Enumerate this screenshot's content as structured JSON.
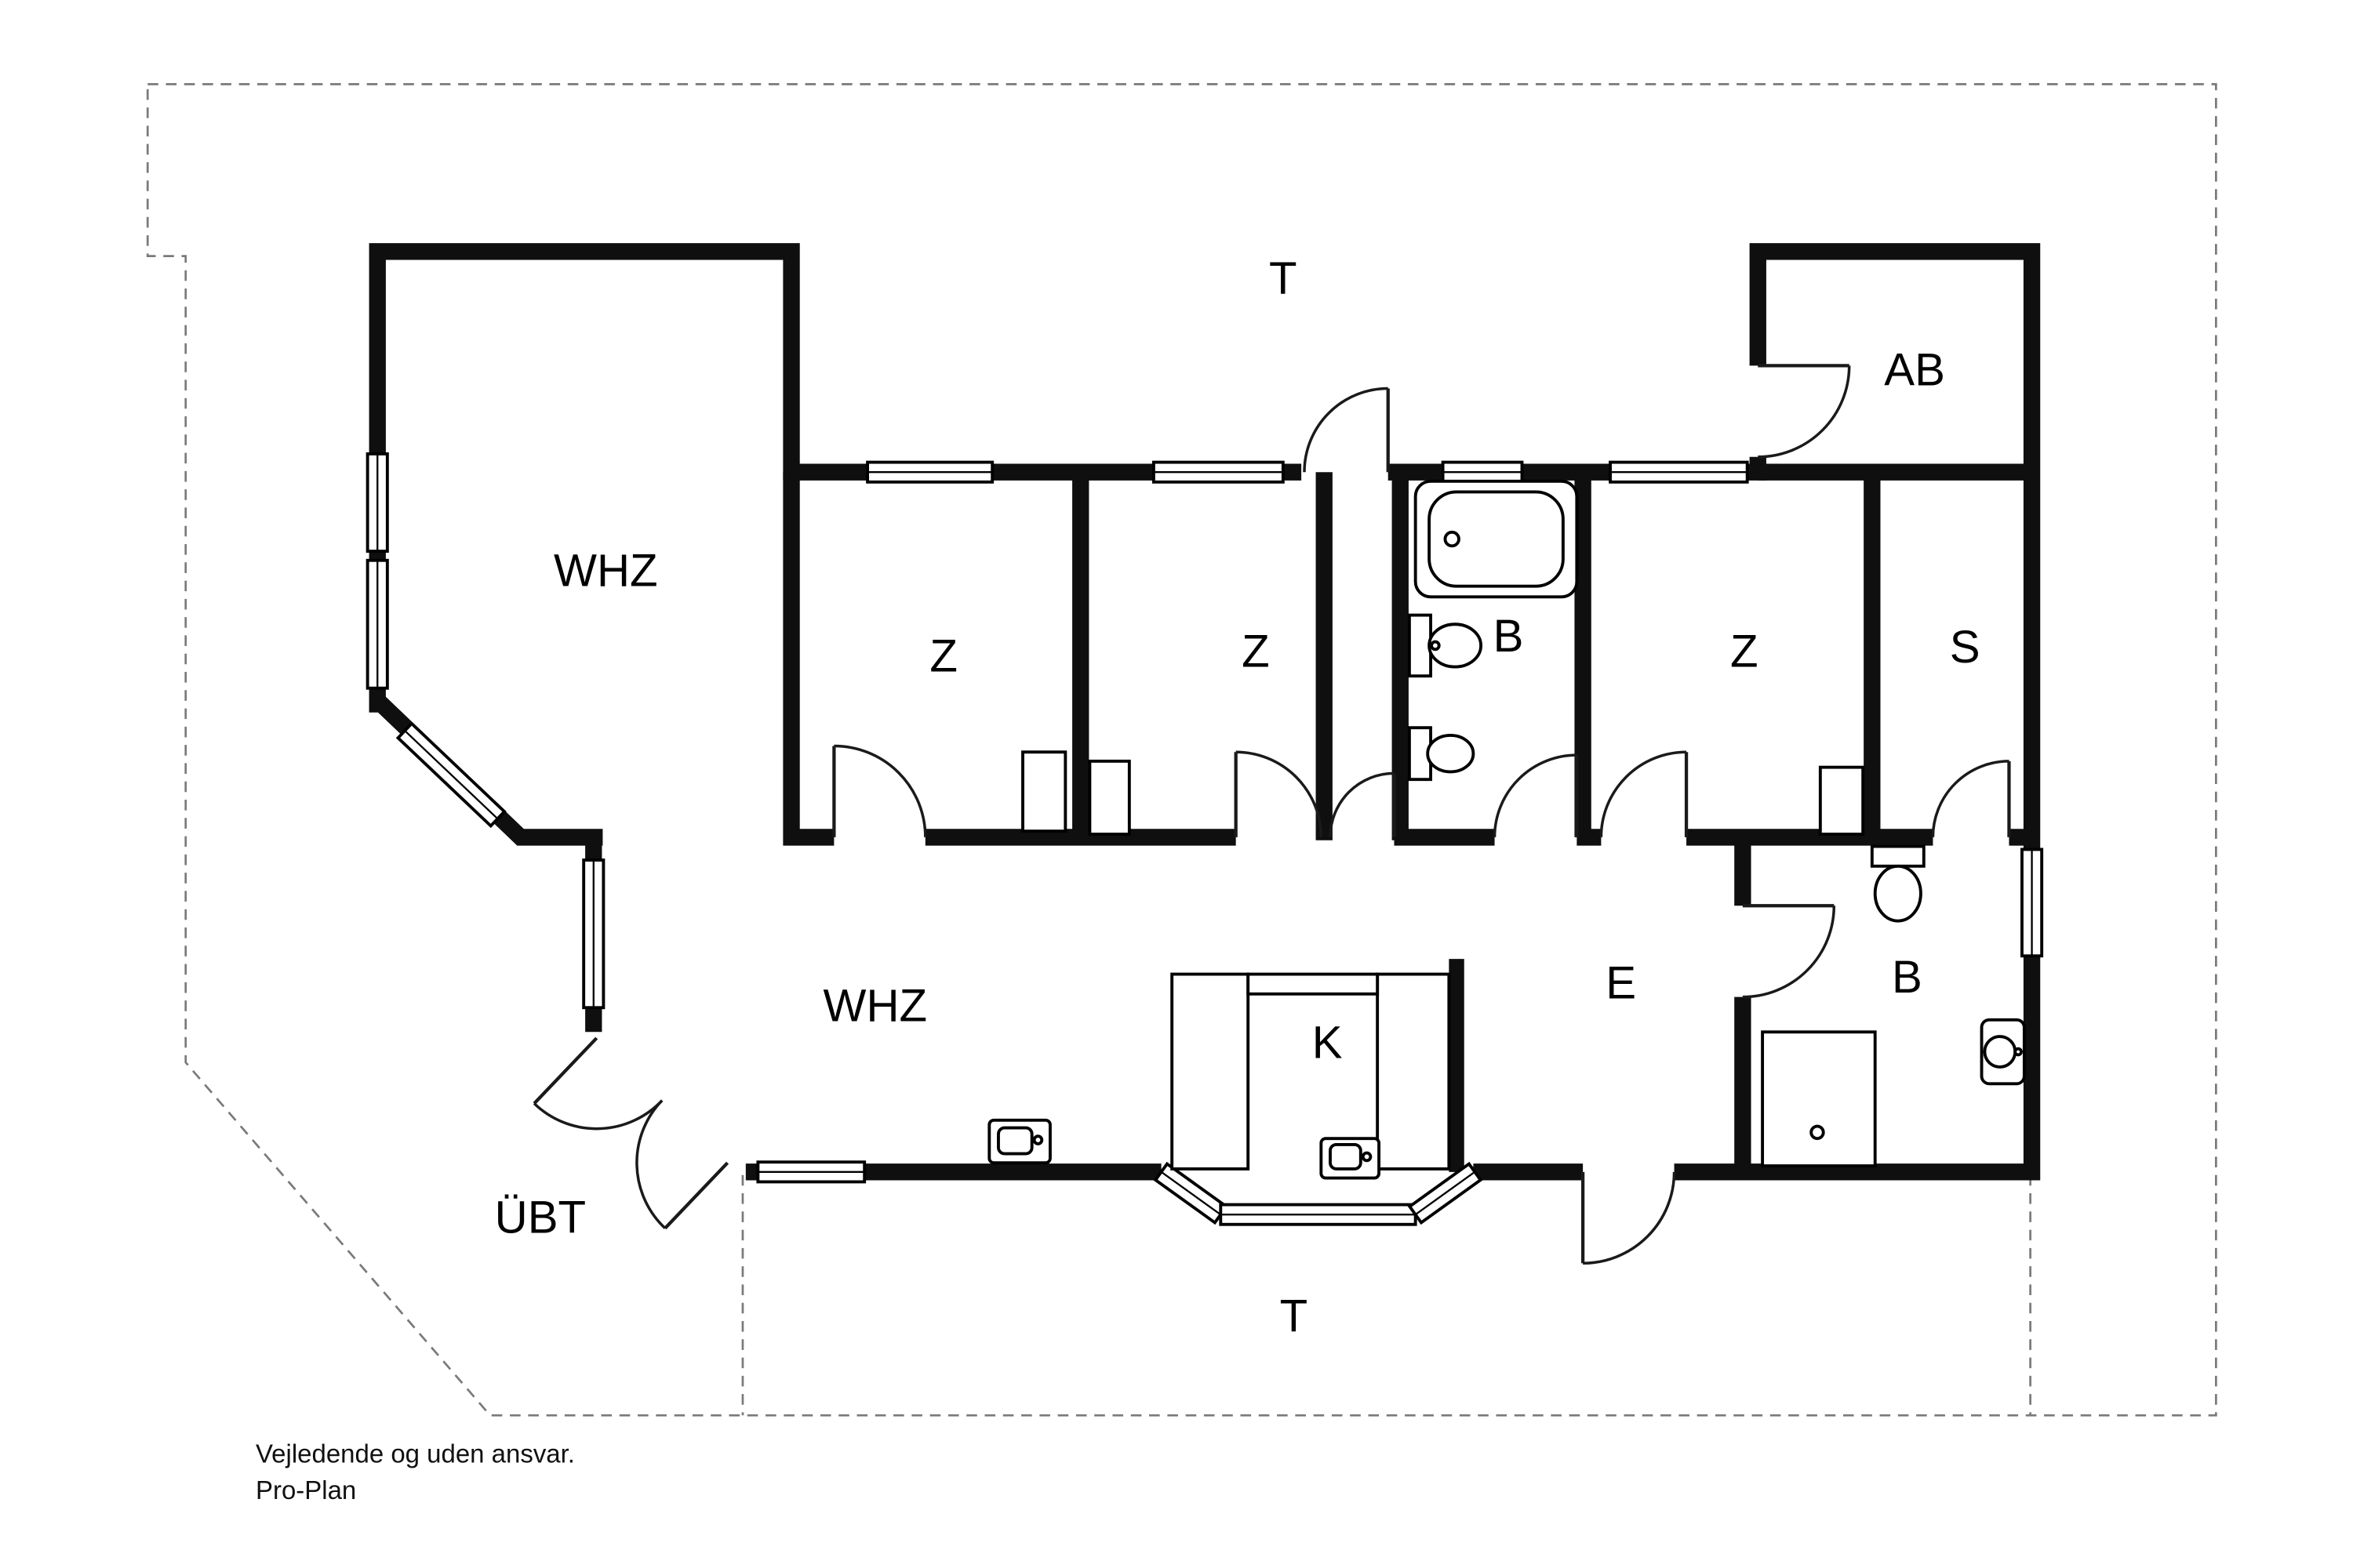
{
  "page": {
    "background": "#ffffff"
  },
  "colors": {
    "wall": "#0f0f0f",
    "line": "#1a1a1a",
    "boundary": "#7a7a7a",
    "text": "#000000"
  },
  "footer": {
    "line1": "Vejledende og uden ansvar.",
    "line2": "Pro-Plan"
  },
  "rooms": [
    {
      "id": "terrace-top",
      "label": "T"
    },
    {
      "id": "ab",
      "label": "AB"
    },
    {
      "id": "whz-upper",
      "label": "WHZ"
    },
    {
      "id": "z-1",
      "label": "Z"
    },
    {
      "id": "z-2",
      "label": "Z"
    },
    {
      "id": "bath-upper",
      "label": "B"
    },
    {
      "id": "z-3",
      "label": "Z"
    },
    {
      "id": "s-room",
      "label": "S"
    },
    {
      "id": "whz-lower",
      "label": "WHZ"
    },
    {
      "id": "kitchen",
      "label": "K"
    },
    {
      "id": "entry",
      "label": "E"
    },
    {
      "id": "bath-lower",
      "label": "B"
    },
    {
      "id": "uebt",
      "label": "ÜBT"
    },
    {
      "id": "terrace-bottom",
      "label": "T"
    }
  ],
  "fixtures": [
    "bathtub",
    "sink",
    "toilet",
    "toilet",
    "sink",
    "shower",
    "kitchen-counter",
    "kitchen-sink",
    "sink",
    "wardrobe",
    "wardrobe",
    "wardrobe"
  ]
}
